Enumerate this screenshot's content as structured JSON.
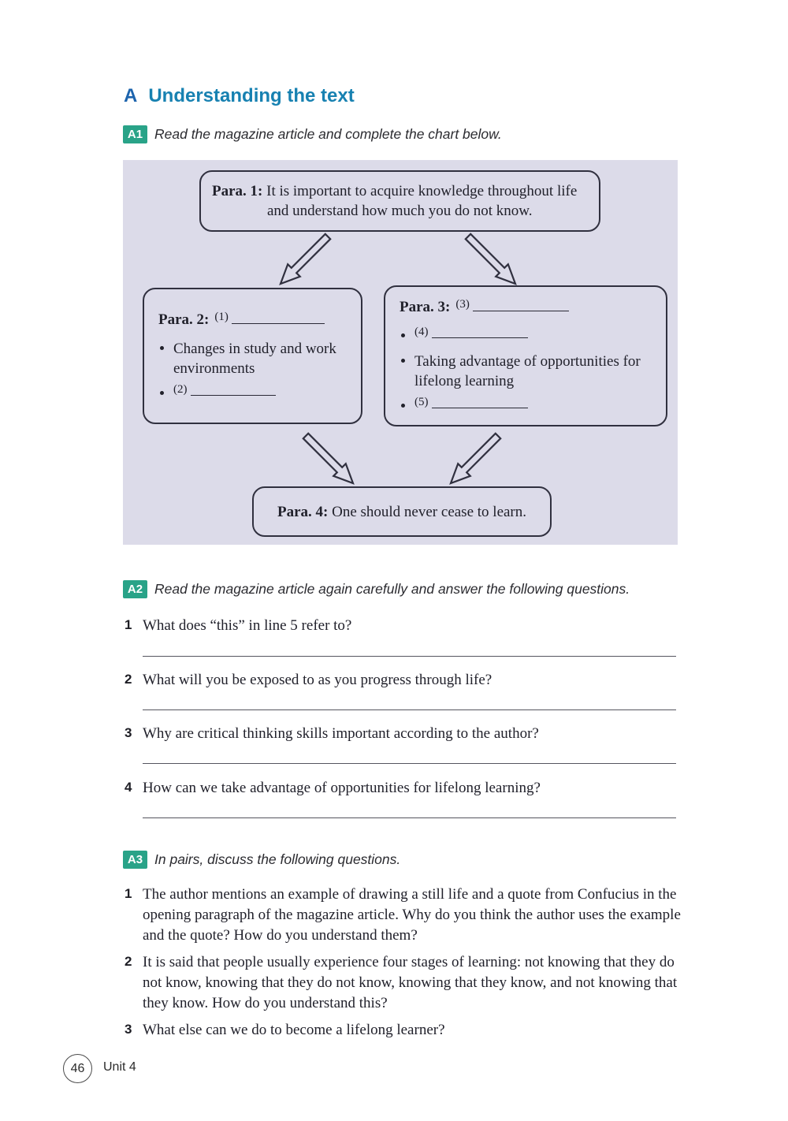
{
  "page": {
    "section_letter": "A",
    "section_title": "Understanding the text"
  },
  "activity_a1": {
    "badge": "A1",
    "instruction": "Read the magazine article and complete the chart below."
  },
  "chart": {
    "para1": {
      "label": "Para. 1:",
      "text": "It is important to acquire knowledge throughout life and understand how much you do not know."
    },
    "para2": {
      "label": "Para. 2:",
      "blank_marker": "(1)",
      "bullet1": "Changes in study and work environments",
      "bullet2_marker": "(2)"
    },
    "para3": {
      "label": "Para. 3:",
      "blank_marker": "(3)",
      "bullet1_marker": "(4)",
      "bullet2": "Taking advantage of opportunities for lifelong learning",
      "bullet3_marker": "(5)"
    },
    "para4": {
      "label": "Para. 4:",
      "text": "One should never cease to learn."
    }
  },
  "activity_a2": {
    "badge": "A2",
    "instruction": "Read the magazine article again carefully and answer the following questions.",
    "questions": [
      {
        "num": "1",
        "text": "What does “this” in line 5 refer to?"
      },
      {
        "num": "2",
        "text": "What will you be exposed to as you progress through life?"
      },
      {
        "num": "3",
        "text": "Why are critical thinking skills important according to the author?"
      },
      {
        "num": "4",
        "text": "How can we take advantage of opportunities for lifelong learning?"
      }
    ]
  },
  "activity_a3": {
    "badge": "A3",
    "instruction": "In pairs, discuss the following questions.",
    "questions": [
      {
        "num": "1",
        "text": "The author mentions an example of drawing a still life and a quote from Confucius in the opening paragraph of the magazine article. Why do you think the author uses the example and the quote? How do you understand them?"
      },
      {
        "num": "2",
        "text": "It is said that people usually experience four stages of learning: not knowing that they do not know, knowing that they do not know, knowing that they know, and not knowing that they know. How do you understand this?"
      },
      {
        "num": "3",
        "text": "What else can we do to become a lifelong learner?"
      }
    ]
  },
  "footer": {
    "page_number": "46",
    "unit": "Unit 4"
  },
  "colors": {
    "section_letter": "#1d64ad",
    "section_title": "#1781b1",
    "badge_bg": "#29a388",
    "panel_bg": "#dcdbe9",
    "box_border": "#30303f"
  }
}
